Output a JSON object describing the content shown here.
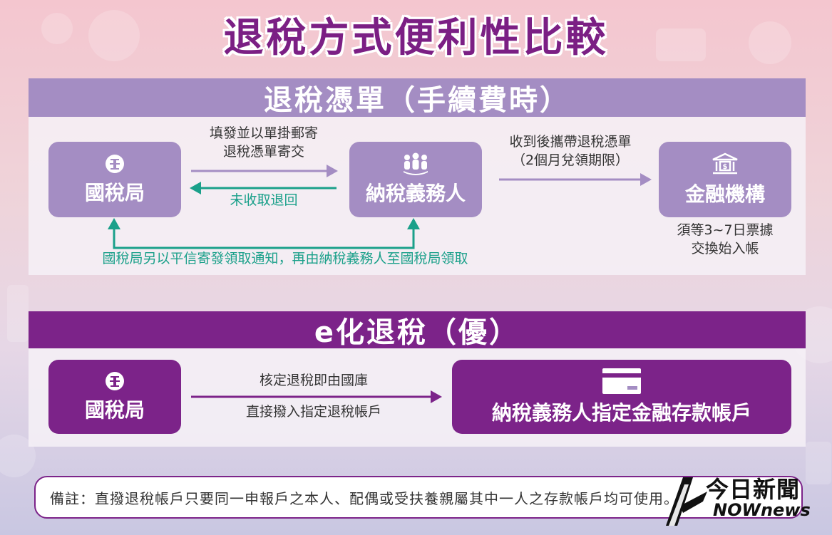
{
  "title": "退稅方式便利性比較",
  "section1": {
    "header": "退稅憑單（手續費時）",
    "node_tax_bureau": "國稅局",
    "node_taxpayer": "納稅義務人",
    "node_financial": "金融機構",
    "arrow_forward_line1": "填發並以單掛郵寄",
    "arrow_forward_line2": "退稅憑單寄交",
    "arrow_return": "未收取退回",
    "arrow_bank_line1": "收到後攜帶退稅憑單",
    "arrow_bank_line2": "（2個月兌領期限）",
    "bank_note_line1": "須等3~7日票據",
    "bank_note_line2": "交換始入帳",
    "bottom_note": "國稅局另以平信寄發領取通知，再由納稅義務人至國稅局領取"
  },
  "section2": {
    "header": "e化退稅（優）",
    "node_tax_bureau": "國稅局",
    "arrow_line1": "核定退稅即由國庫",
    "arrow_line2": "直接撥入指定退稅帳戶",
    "node_account": "納稅義務人指定金融存款帳戶"
  },
  "note": "備註：直撥退稅帳戶只要同一申報戶之本人、配偶或受扶養親屬其中一人之存款帳戶均可使用。",
  "logo": {
    "cn": "今日新聞",
    "en": "NOWnews"
  },
  "colors": {
    "purple_dark": "#7c2389",
    "purple_light": "#a48dc3",
    "green": "#1aa08a",
    "title": "#7b1f84"
  }
}
